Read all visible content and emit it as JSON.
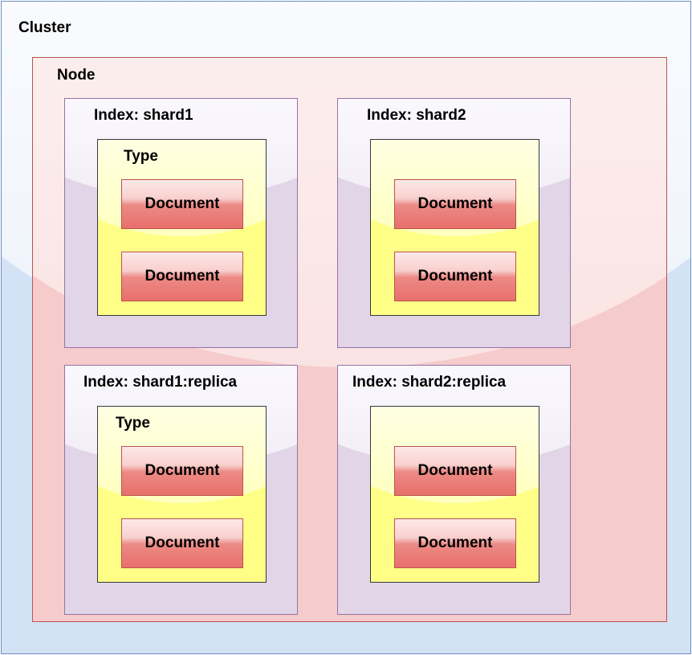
{
  "diagram": {
    "cluster": {
      "label": "Cluster"
    },
    "node": {
      "label": "Node"
    },
    "indices": [
      {
        "label": "Index: shard1",
        "type_label": "Type",
        "documents": [
          "Document",
          "Document"
        ]
      },
      {
        "label": "Index: shard2",
        "type_label": "",
        "documents": [
          "Document",
          "Document"
        ]
      },
      {
        "label": "Index: shard1:replica",
        "type_label": "Type",
        "documents": [
          "Document",
          "Document"
        ]
      },
      {
        "label": "Index: shard2:replica",
        "type_label": "",
        "documents": [
          "Document",
          "Document"
        ]
      }
    ]
  },
  "colors": {
    "cluster_fill": "#d4e2f6",
    "cluster_stroke": "#6c8ebf",
    "node_fill": "#f6cbcb",
    "node_stroke": "#b85450",
    "index_fill": "#e1d5e7",
    "index_stroke": "#9673a6",
    "type_fill": "#ffff88",
    "type_stroke": "#36393d",
    "document_fill": "#e8706b",
    "document_stroke": "#b85450"
  }
}
